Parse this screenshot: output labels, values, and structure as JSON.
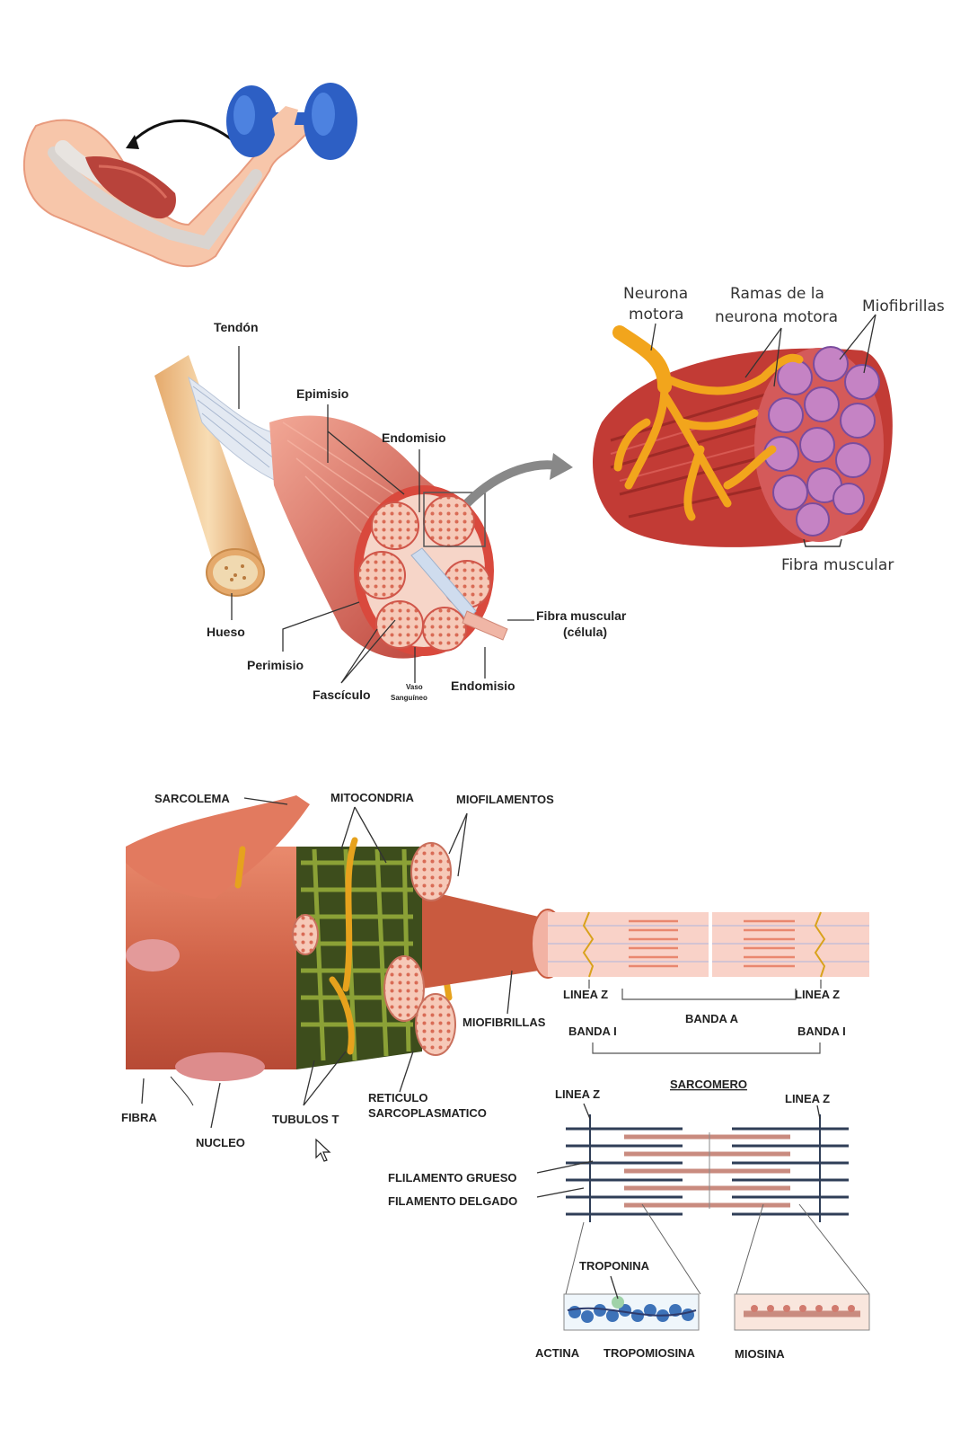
{
  "panel_muscle_anatomy": {
    "labels": {
      "tendon": "Tendón",
      "epimysium": "Epimisio",
      "endomysium_top": "Endomisio",
      "bone": "Hueso",
      "perimysium": "Perimisio",
      "fascicle": "Fascículo",
      "blood_vessel_line1": "Vaso",
      "blood_vessel_line2": "Sanguíneo",
      "endomysium_bottom": "Endomisio",
      "muscle_fiber_line1": "Fibra muscular",
      "muscle_fiber_line2": "(célula)"
    }
  },
  "panel_motor_unit": {
    "labels": {
      "motor_neuron_line1": "Neurona",
      "motor_neuron_line2": "motora",
      "branches_line1": "Ramas de la",
      "branches_line2": "neurona motora",
      "myofibrils": "Miofibrillas",
      "muscle_fiber": "Fibra muscular"
    }
  },
  "panel_fiber_structure": {
    "labels": {
      "sarcolemma": "SARCOLEMA",
      "mitochondria": "MITOCONDRIA",
      "myofilaments": "MIOFILAMENTOS",
      "myofibrils": "MIOFIBRILLAS",
      "fiber": "FIBRA",
      "nucleus": "NUCLEO",
      "t_tubules": "TUBULOS T",
      "sr_line1": "RETICULO",
      "sr_line2": "SARCOPLASMATICO"
    }
  },
  "panel_sarcomere": {
    "labels": {
      "z_line_left": "LINEA Z",
      "z_line_right": "LINEA Z",
      "band_i_left": "BANDA I",
      "band_a": "BANDA A",
      "band_i_right": "BANDA I",
      "sarcomere": "SARCOMERO",
      "z_line_left_2": "LINEA Z",
      "z_line_right_2": "LINEA Z",
      "thick_filament": "FLILAMENTO GRUESO",
      "thin_filament": "FILAMENTO DELGADO",
      "troponin": "TROPONINA",
      "actin": "ACTINA",
      "tropomyosin": "TROPOMIOSINA",
      "myosin": "MIOSINA"
    }
  },
  "colors": {
    "muscle": "#c8483e",
    "muscle_light": "#e9907f",
    "skin": "#f6c2a5",
    "bone": "#f3d1a4",
    "dumbbell": "#2d5fc4",
    "neuron": "#f2a51c",
    "mito_green": "#7a8b2e",
    "sarcomere_pink": "#f4b7a8",
    "actin_blue": "#3d72b8"
  }
}
